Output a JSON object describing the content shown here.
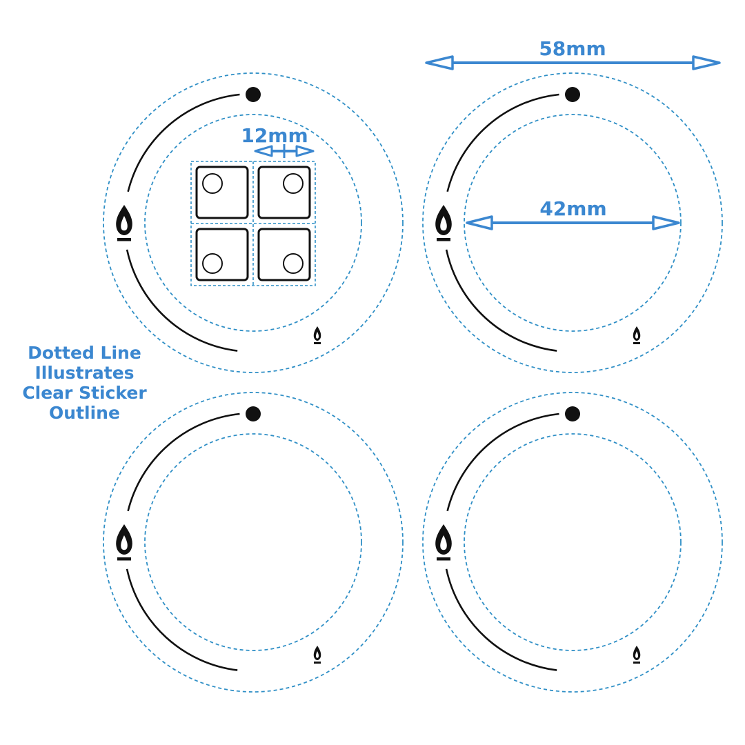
{
  "colors": {
    "accent": "#3b87d0",
    "dashed": "#2f8fc6",
    "ink": "#111111"
  },
  "dimensions": {
    "outer_diameter": "58mm",
    "inner_diameter": "42mm",
    "square_size": "12mm"
  },
  "note": {
    "lines": [
      "Dotted Line",
      "Illustrates",
      "Clear Sticker",
      "Outline"
    ]
  },
  "icons": {
    "dot": "dot-icon",
    "flame_large": "flame-large-icon",
    "flame_small": "flame-small-icon"
  }
}
